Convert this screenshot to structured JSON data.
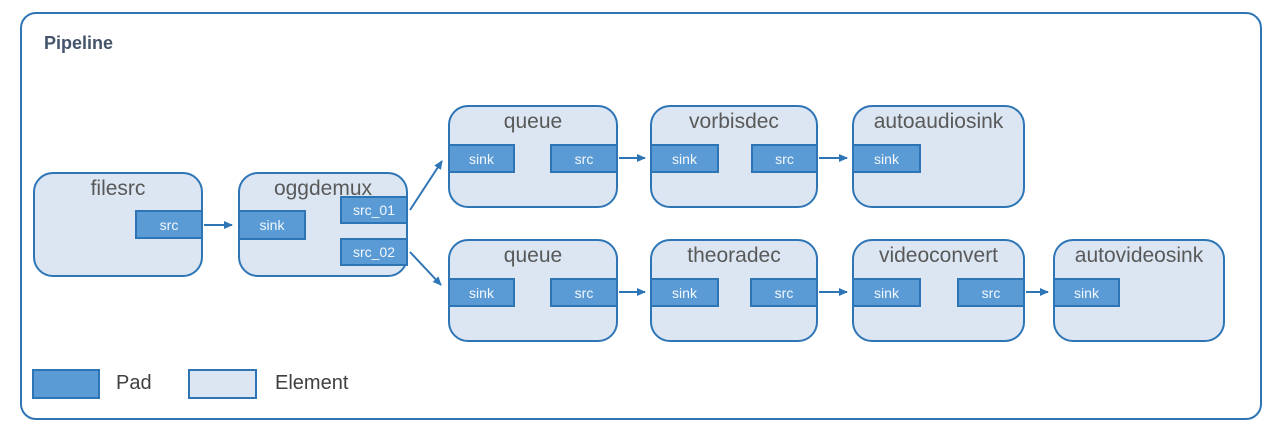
{
  "title": "Pipeline",
  "colors": {
    "shape_border": "#2e75b6",
    "pad_fill": "#5b9bd5",
    "element_fill": "#dbe6f2",
    "arrow": "#2e75b6",
    "title_text": "#44546a",
    "element_text": "#595959",
    "pad_text": "#f2f7fc",
    "legend_text": "#404040"
  },
  "nodes": [
    {
      "label": "filesrc",
      "pads": [
        {
          "label": "src"
        }
      ]
    },
    {
      "label": "oggdemux",
      "pads": [
        {
          "label": "sink"
        },
        {
          "label": "src_01"
        },
        {
          "label": "src_02"
        }
      ]
    },
    {
      "label": "queue",
      "pads": [
        {
          "label": "sink"
        },
        {
          "label": "src"
        }
      ]
    },
    {
      "label": "vorbisdec",
      "pads": [
        {
          "label": "sink"
        },
        {
          "label": "src"
        }
      ]
    },
    {
      "label": "autoaudiosink",
      "pads": [
        {
          "label": "sink"
        }
      ]
    },
    {
      "label": "queue",
      "pads": [
        {
          "label": "sink"
        },
        {
          "label": "src"
        }
      ]
    },
    {
      "label": "theoradec",
      "pads": [
        {
          "label": "sink"
        },
        {
          "label": "src"
        }
      ]
    },
    {
      "label": "videoconvert",
      "pads": [
        {
          "label": "sink"
        },
        {
          "label": "src"
        }
      ]
    },
    {
      "label": "autovideosink",
      "pads": [
        {
          "label": "sink"
        }
      ]
    }
  ],
  "connections": [
    {
      "from": "filesrc.src",
      "to": "oggdemux.sink"
    },
    {
      "from": "oggdemux.src_01",
      "to": "queue-audio.sink"
    },
    {
      "from": "oggdemux.src_02",
      "to": "queue-video.sink"
    },
    {
      "from": "queue-audio.src",
      "to": "vorbisdec.sink"
    },
    {
      "from": "vorbisdec.src",
      "to": "autoaudiosink.sink"
    },
    {
      "from": "queue-video.src",
      "to": "theoradec.sink"
    },
    {
      "from": "theoradec.src",
      "to": "videoconvert.sink"
    },
    {
      "from": "videoconvert.src",
      "to": "autovideosink.sink"
    }
  ],
  "legend": {
    "pad_label": "Pad",
    "element_label": "Element"
  }
}
